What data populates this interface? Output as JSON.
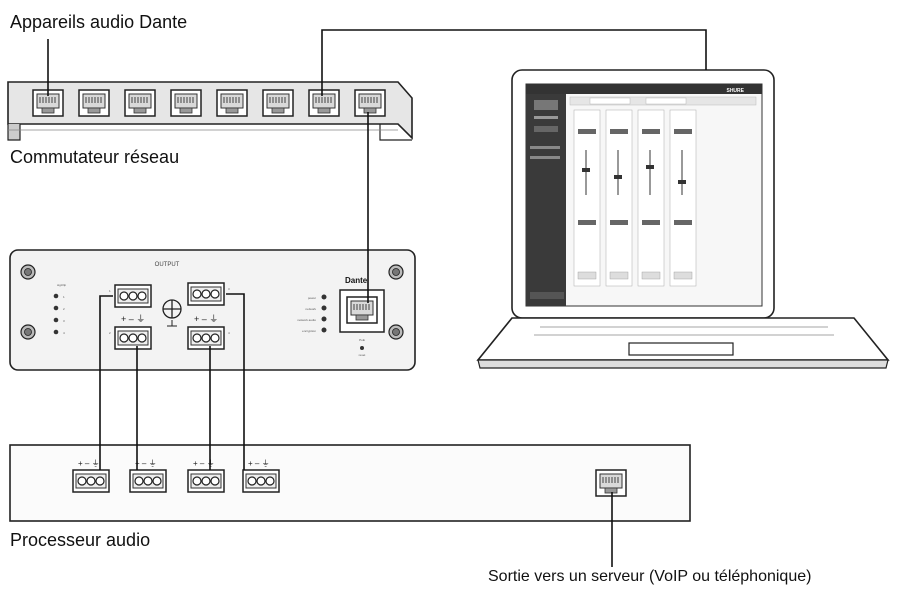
{
  "labels": {
    "dante_devices": "Appareils audio Dante",
    "network_switch": "Commutateur réseau",
    "audio_processor": "Processeur audio",
    "server_output": "Sortie vers un serveur (VoIP ou téléphonique)"
  },
  "interface": {
    "output_title": "OUTPUT",
    "channel_numbers": [
      "1",
      "2",
      "3",
      "4"
    ],
    "terminal_numbers": [
      "1",
      "2",
      "3",
      "4"
    ],
    "status_leds": [
      "power",
      "network",
      "network audio",
      "encryption"
    ],
    "dante_logo": "Dante",
    "port_label": "PoE",
    "reset_label": "reset"
  },
  "laptop": {
    "brand": "SHURE"
  }
}
